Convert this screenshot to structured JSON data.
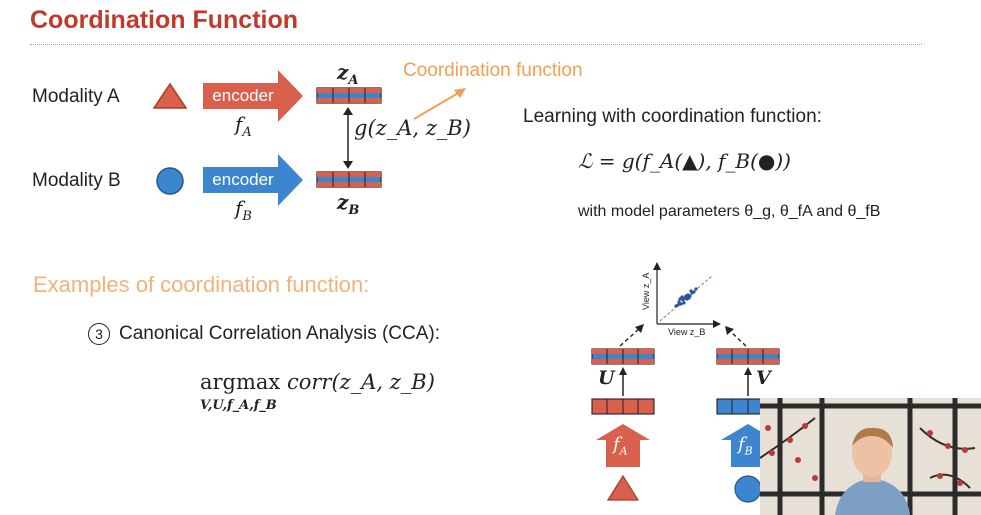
{
  "slide": {
    "title": "Coordination Function",
    "modality_a": "Modality A",
    "modality_b": "Modality B",
    "encoder_a_label": "encoder",
    "encoder_b_label": "encoder",
    "f_a": "f",
    "f_a_sub": "A",
    "f_b": "f",
    "f_b_sub": "B",
    "z_a": "z",
    "z_a_sub": "A",
    "z_b": "z",
    "z_b_sub": "B",
    "g_formula": "g(z_A, z_B)",
    "coordination_label": "Coordination function",
    "learning_heading": "Learning with coordination function:",
    "loss_formula": "ℒ = g(f_A(▲), f_B(●))",
    "params_text": "with model parameters θ_g, θ_fA and θ_fB",
    "examples_heading": "Examples of coordination function:",
    "cca_number": "3",
    "cca_title": "Canonical Correlation Analysis (CCA):",
    "argmax": "argmax",
    "argmax_sub": "V,U,f_A,f_B",
    "corr_expr": "corr(z_A, z_B)",
    "U_label": "U",
    "V_label": "V",
    "view_za": "View z_A",
    "view_zb": "View z_B",
    "fa_box": "f",
    "fa_box_sub": "A",
    "fb_box": "f",
    "fb_box_sub": "B"
  },
  "colors": {
    "title": "#c0392b",
    "red": "#d9604c",
    "blue": "#3d86cf",
    "orange": "#f0a050"
  },
  "icons": [
    "triangle-shape-icon",
    "circle-shape-icon"
  ]
}
